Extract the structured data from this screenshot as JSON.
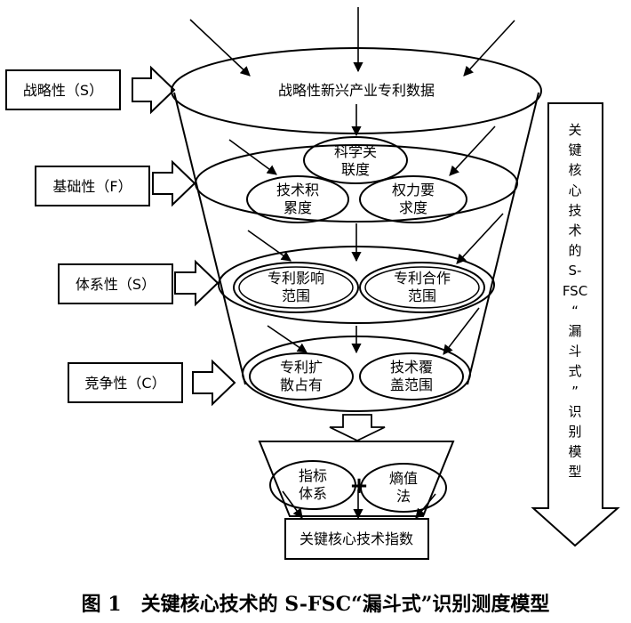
{
  "nodes": {
    "top": "战略性新兴产业专利数据",
    "sci_1": "科学关",
    "sci_2": "联度",
    "tech_acc_1": "技术积",
    "tech_acc_2": "累度",
    "right_req_1": "权力要",
    "right_req_2": "求度",
    "influence_1": "专利影响",
    "influence_2": "范围",
    "coop_1": "专利合作",
    "coop_2": "范围",
    "spread_1": "专利扩",
    "spread_2": "散占有",
    "coverage_1": "技术覆",
    "coverage_2": "盖范围",
    "indicator_1": "指标",
    "indicator_2": "体系",
    "entropy_1": "熵值",
    "entropy_2": "法",
    "output": "关键核心技术指数",
    "plus": "+"
  },
  "left_labels": [
    "战略性（S）",
    "基础性（F）",
    "体系性（S）",
    "竞争性（C）"
  ],
  "right_arrow_chars": [
    "关",
    "键",
    "核",
    "心",
    "技",
    "术",
    "的",
    "S-",
    "FSC",
    "“",
    "漏",
    "斗",
    "式",
    "”",
    "识",
    "别",
    "模",
    "型"
  ],
  "caption": "图 1　关键核心技术的 S-FSC“漏斗式”识别测度模型"
}
